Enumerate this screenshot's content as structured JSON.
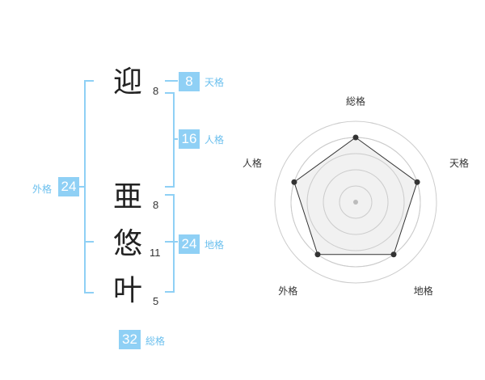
{
  "name": {
    "chars": [
      {
        "char": "迎",
        "strokes": "8"
      },
      {
        "char": "亜",
        "strokes": "8"
      },
      {
        "char": "悠",
        "strokes": "11"
      },
      {
        "char": "叶",
        "strokes": "5"
      }
    ]
  },
  "kakusu": {
    "tenkaku": {
      "value": "8",
      "label": "天格"
    },
    "jinkaku": {
      "value": "16",
      "label": "人格"
    },
    "chikaku": {
      "value": "24",
      "label": "地格"
    },
    "gaikaku": {
      "value": "24",
      "label": "外格"
    },
    "soukaku": {
      "value": "32",
      "label": "総格"
    }
  },
  "colors": {
    "accent": "#8fd0f5",
    "accent_text": "#6cc0ee",
    "radar_fill": "#eeeeee",
    "radar_stroke": "#333333",
    "grid": "#cccccc"
  },
  "chart_data": {
    "type": "radar",
    "axes": [
      "総格",
      "天格",
      "地格",
      "外格",
      "人格"
    ],
    "values": [
      4,
      4,
      4,
      4,
      4
    ],
    "range": [
      0,
      5
    ],
    "rings": 5,
    "grid": true
  }
}
